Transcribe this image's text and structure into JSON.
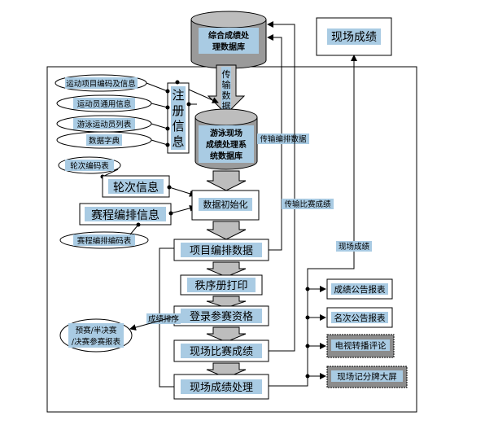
{
  "databases": {
    "central": "综合成绩处理数据库",
    "swim": "游泳现场成绩处理系统数据库"
  },
  "live_results": "现场成绩",
  "transfer_data": "传输数据",
  "registration_info": "注册信息",
  "ovals": {
    "event_codes": "运动项目编码及信息",
    "athlete_info": "运动员通用信息",
    "swimmer_list": "游泳运动员列表",
    "data_dictionary": "数据字典",
    "round_codes": "轮次编码表",
    "schedule_codes": "赛程编排编码表",
    "prelim_reports": "预赛/半决赛/决赛参赛报表"
  },
  "round_info": "轮次信息",
  "schedule_info": "赛程编排信息",
  "data_init": "数据初始化",
  "event_schedule": "项目编排数据",
  "order_print": "秩序册打印",
  "register_eligibility": "登录参赛资格",
  "live_competition": "现场比赛成绩",
  "live_processing": "现场成绩处理",
  "edge_labels": {
    "transfer_schedule": "传输编排数据",
    "transfer_results": "传输比赛成绩",
    "live_results_line": "现场成绩",
    "results_ranking": "成绩排序"
  },
  "outputs": {
    "results_report": "成绩公告报表",
    "ranking_report": "名次公告报表",
    "tv_commentary": "电视转播评论",
    "scoreboard": "现场记分牌大屏"
  }
}
